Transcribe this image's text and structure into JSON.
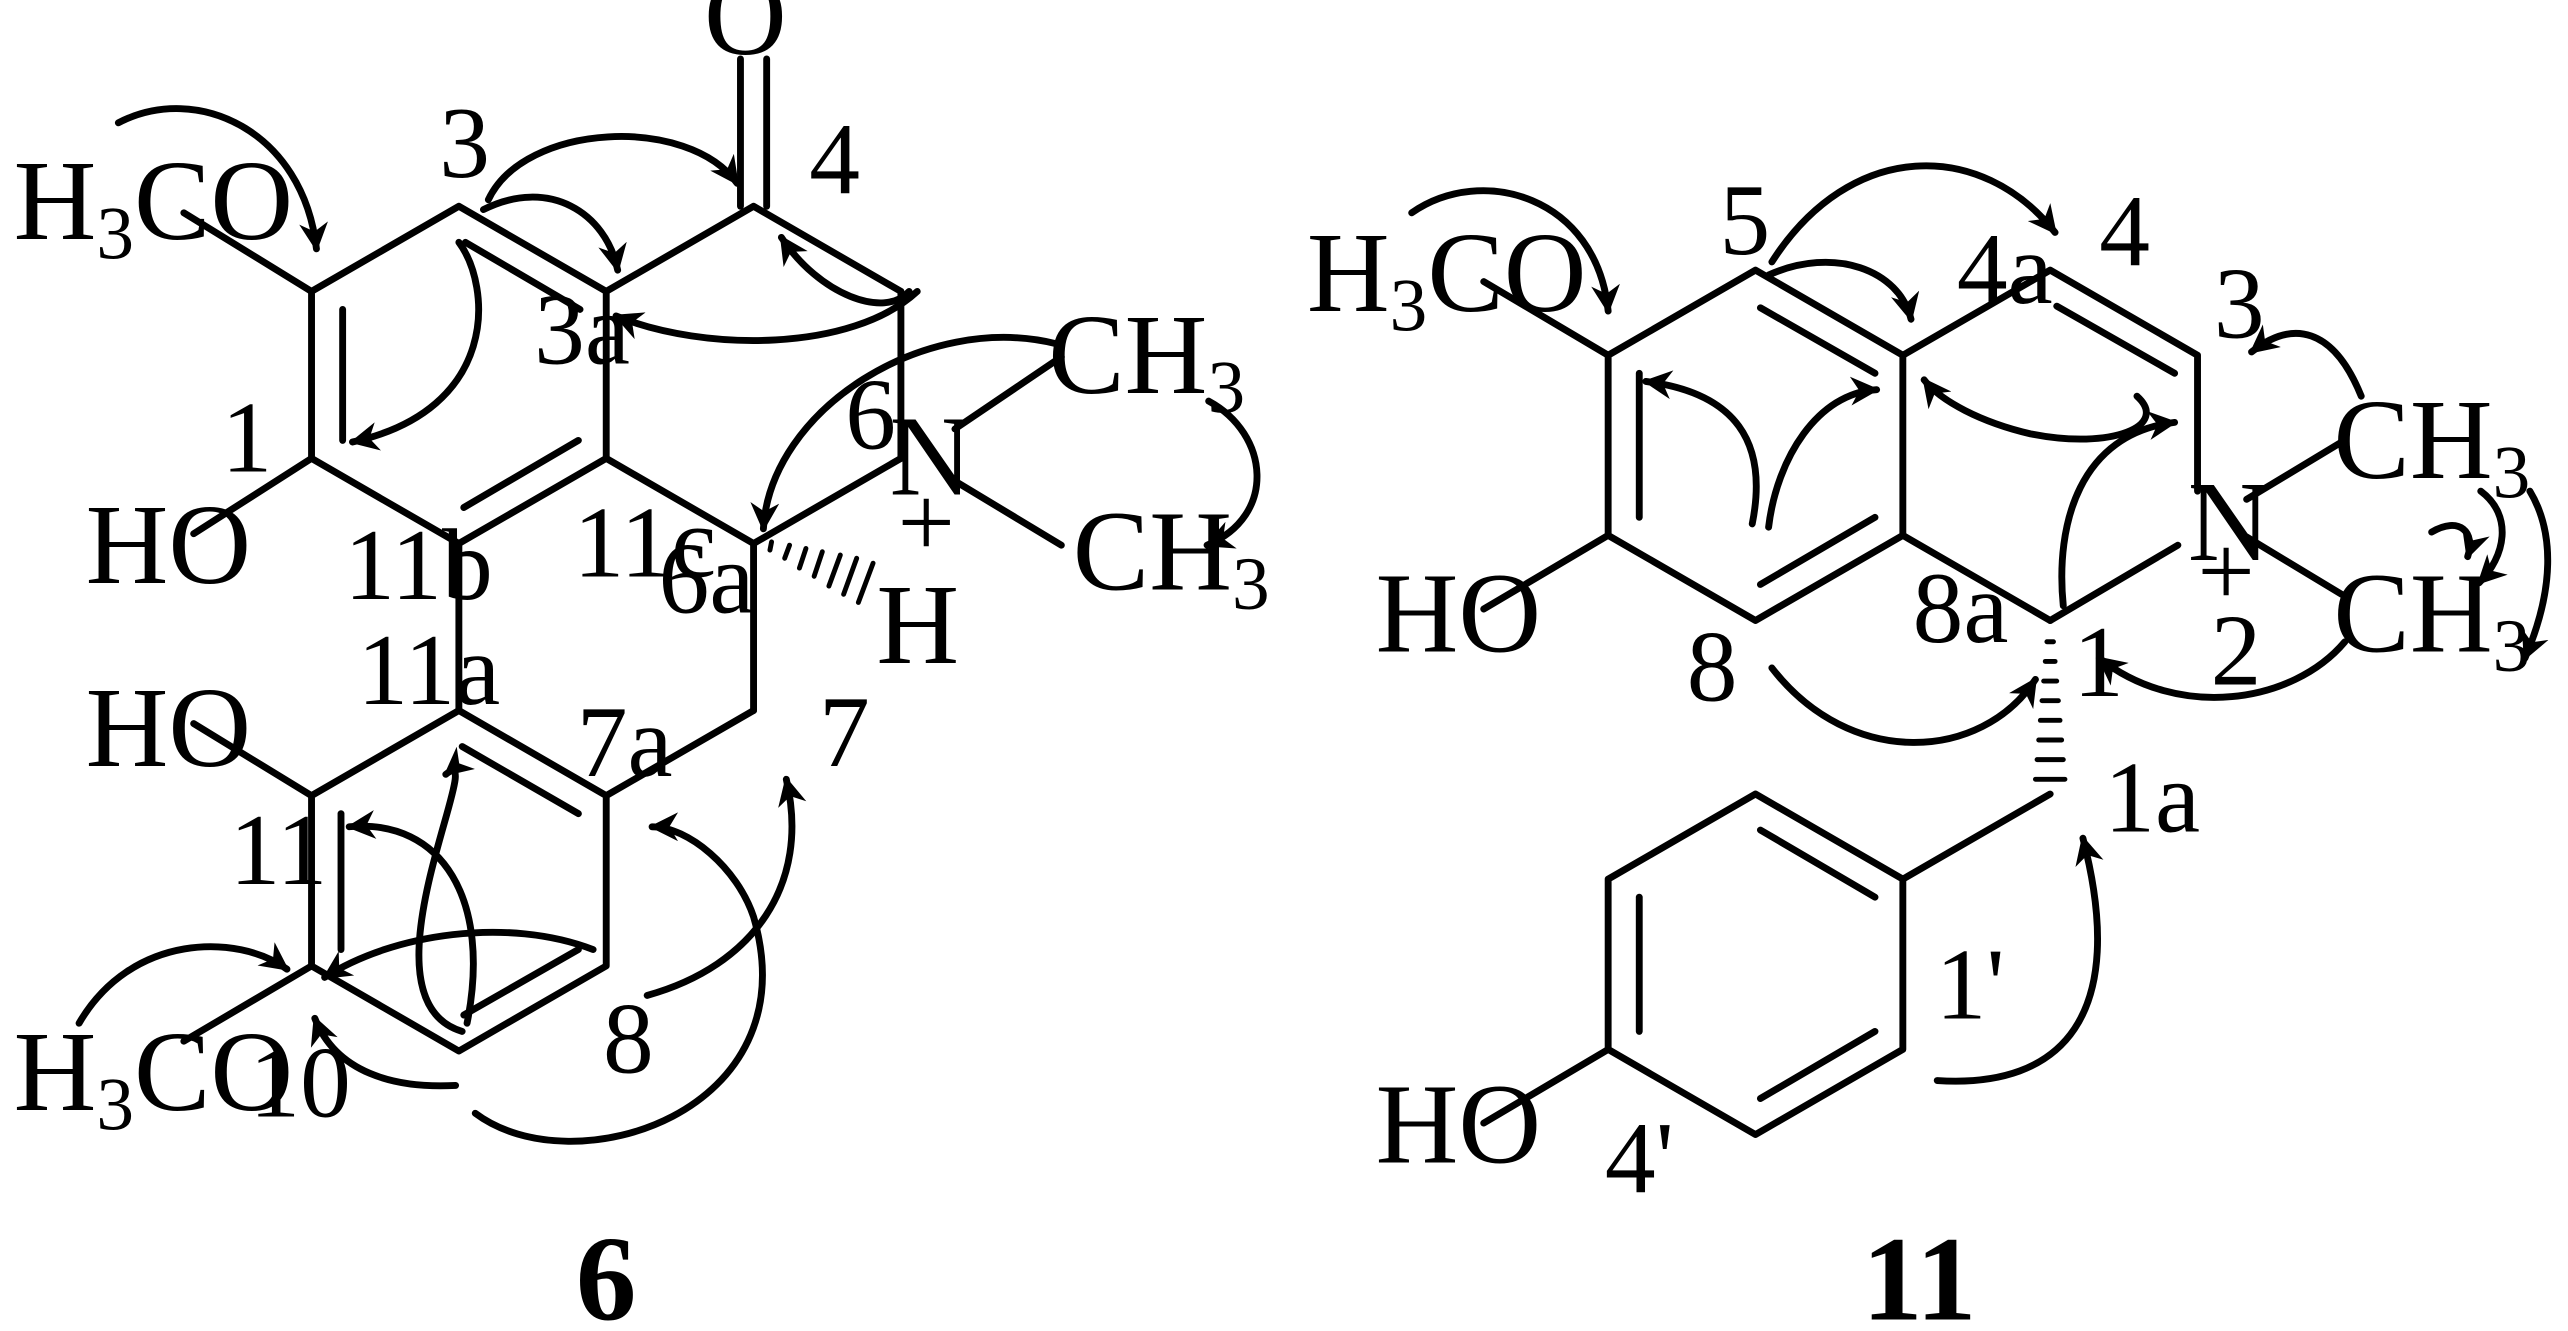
{
  "compound_6": {
    "id": "6",
    "groups": {
      "methoxy_top": "H3CO",
      "hydroxy_c1": "HO",
      "hydroxy_c11": "HO",
      "methoxy_bottom": "H3CO",
      "carbonyl_o": "O",
      "n_plus": "+",
      "methyl_1": "CH3",
      "methyl_2": "CH3",
      "h_6a": "H"
    },
    "atom_numbers": {
      "c1": "1",
      "c3": "3",
      "c3a": "3a",
      "c4": "4",
      "n6": "6",
      "c6a": "6a",
      "c7": "7",
      "c7a": "7a",
      "c8": "8",
      "c10": "10",
      "c11": "11",
      "c11a": "11a",
      "c11b": "11b",
      "c11c": "11c"
    }
  },
  "compound_11": {
    "id": "11",
    "groups": {
      "methoxy": "H3CO",
      "hydroxy_c7": "HO",
      "hydroxy_c4p": "HO",
      "n_plus": "+",
      "methyl_1": "CH3",
      "methyl_2": "CH3"
    },
    "atom_numbers": {
      "c1": "1",
      "c1a": "1a",
      "c1p": "1'",
      "n2": "2",
      "c3": "3",
      "c4": "4",
      "c4a": "4a",
      "c4p": "4'",
      "c5": "5",
      "c8": "8",
      "c8a": "8a"
    }
  },
  "style": {
    "ink": "#000000",
    "background": "#ffffff"
  }
}
